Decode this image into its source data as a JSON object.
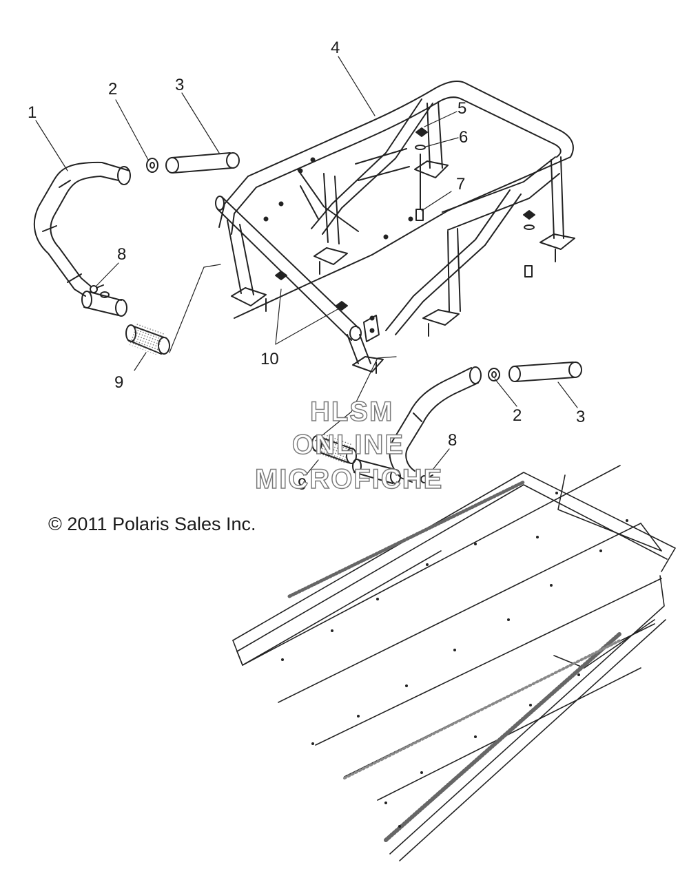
{
  "callouts": {
    "c1": "1",
    "c2a": "2",
    "c3a": "3",
    "c4": "4",
    "c5": "5",
    "c6": "6",
    "c7": "7",
    "c8a": "8",
    "c9a": "9",
    "c10": "10",
    "c2b": "2",
    "c3b": "3",
    "c8b": "8",
    "c9b": "9"
  },
  "copyright": "© 2011 Polaris Sales Inc.",
  "watermark": {
    "line1": "HLSM",
    "line2": "ONLINE",
    "line3": "MICROFICHE"
  },
  "colors": {
    "ink": "#1a1a1a",
    "watermark_outline": "#7a7a7a",
    "background": "#ffffff"
  }
}
